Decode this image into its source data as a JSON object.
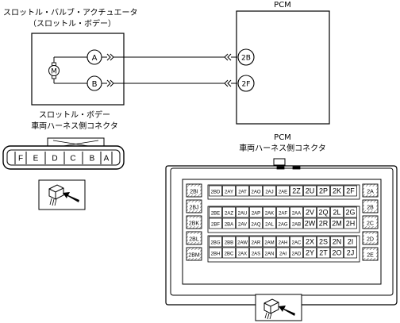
{
  "throttle_body": {
    "title_line1": "スロットル・バルブ・アクチュエータ",
    "title_line2": "（スロットル・ボデー）",
    "motor_symbol": "M",
    "terminals": [
      "A",
      "B"
    ]
  },
  "pcm": {
    "label": "PCM",
    "terminals": [
      "2B",
      "2F"
    ]
  },
  "throttle_connector": {
    "title_line1": "スロットル・ボデー",
    "title_line2": "車両ハーネス側コネクタ",
    "pins": [
      "F",
      "E",
      "D",
      "C",
      "B",
      "A"
    ]
  },
  "pcm_connector": {
    "title_line1": "PCM",
    "title_line2": "車両ハーネス側コネクタ",
    "left_column": [
      "2BI",
      "2BJ",
      "2BK",
      "2BL",
      "2BM"
    ],
    "right_column": [
      "2A",
      "2B",
      "2C",
      "2D",
      "2E"
    ],
    "rows": [
      [
        "2BD",
        "2AY",
        "2AT",
        "2AO",
        "2AJ",
        "2AE",
        "2Z",
        "2U",
        "2P",
        "2K",
        "2F"
      ],
      [
        "2BE",
        "2AZ",
        "2AU",
        "2AP",
        "2AK",
        "2AF",
        "2AA",
        "2V",
        "2Q",
        "2L",
        "2G"
      ],
      [
        "2BF",
        "2BA",
        "2AV",
        "2AQ",
        "2AL",
        "2AG",
        "2AB",
        "2W",
        "2R",
        "2M",
        "2H"
      ],
      [
        "2BG",
        "2BB",
        "2AW",
        "2AR",
        "2AM",
        "2AH",
        "2AC",
        "2X",
        "2S",
        "2N",
        "2I"
      ],
      [
        "2BH",
        "2BC",
        "2AX",
        "2AS",
        "2AN",
        "2AI",
        "2AD",
        "2Y",
        "2T",
        "2O",
        "2J"
      ]
    ]
  },
  "view_icon": "connector-view-direction-icon"
}
